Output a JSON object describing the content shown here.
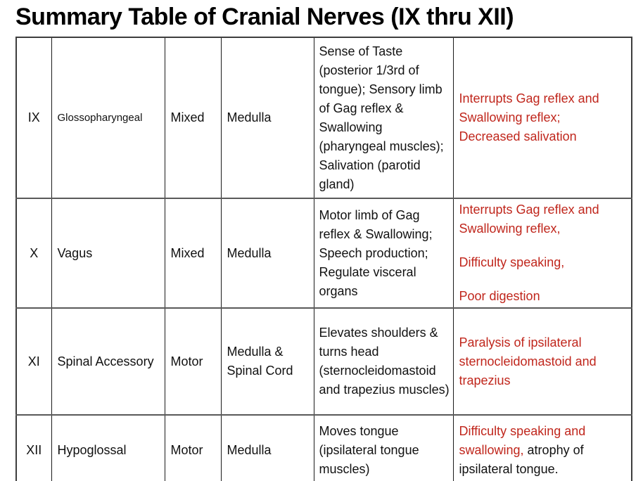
{
  "title": "Summary Table of Cranial Nerves (IX thru XII)",
  "colors": {
    "damage_red": "#C0261C",
    "text_black": "#111111",
    "grid_heavy": "#595959",
    "grid_light": "#1a1a1a",
    "background": "#ffffff"
  },
  "table": {
    "rows": [
      {
        "numeral": "IX",
        "name": "Glossopharyngeal",
        "type": "Mixed",
        "origin": "Medulla",
        "function": "Sense of Taste (posterior 1/3rd of tongue); Sensory limb of Gag reflex & Swallowing (pharyngeal muscles); Salivation (parotid gland)",
        "damage": [
          {
            "red": "Interrupts Gag reflex and Swallowing reflex;"
          },
          {
            "red": "Decreased salivation"
          }
        ]
      },
      {
        "numeral": "X",
        "name": "Vagus",
        "type": "Mixed",
        "origin": "Medulla",
        "function": "Motor limb of Gag reflex & Swallowing; Speech production; Regulate visceral organs",
        "damage": [
          {
            "red": "Interrupts Gag reflex and Swallowing reflex,"
          },
          {
            "red": "Difficulty speaking,"
          },
          {
            "red": "Poor digestion"
          }
        ]
      },
      {
        "numeral": "XI",
        "name": "Spinal Accessory",
        "type": "Motor",
        "origin": "Medulla & Spinal Cord",
        "function": "Elevates shoulders & turns head (sternocleidomastoid and trapezius muscles)",
        "damage": [
          {
            "red": "Paralysis of ipsilateral sternocleidomastoid and trapezius"
          }
        ]
      },
      {
        "numeral": "XII",
        "name": "Hypoglossal",
        "type": "Motor",
        "origin": "Medulla",
        "function": "Moves tongue (ipsilateral tongue muscles)",
        "damage": [
          {
            "red": "Difficulty speaking and swallowing,",
            "black": " atrophy of ipsilateral tongue."
          }
        ]
      }
    ]
  }
}
